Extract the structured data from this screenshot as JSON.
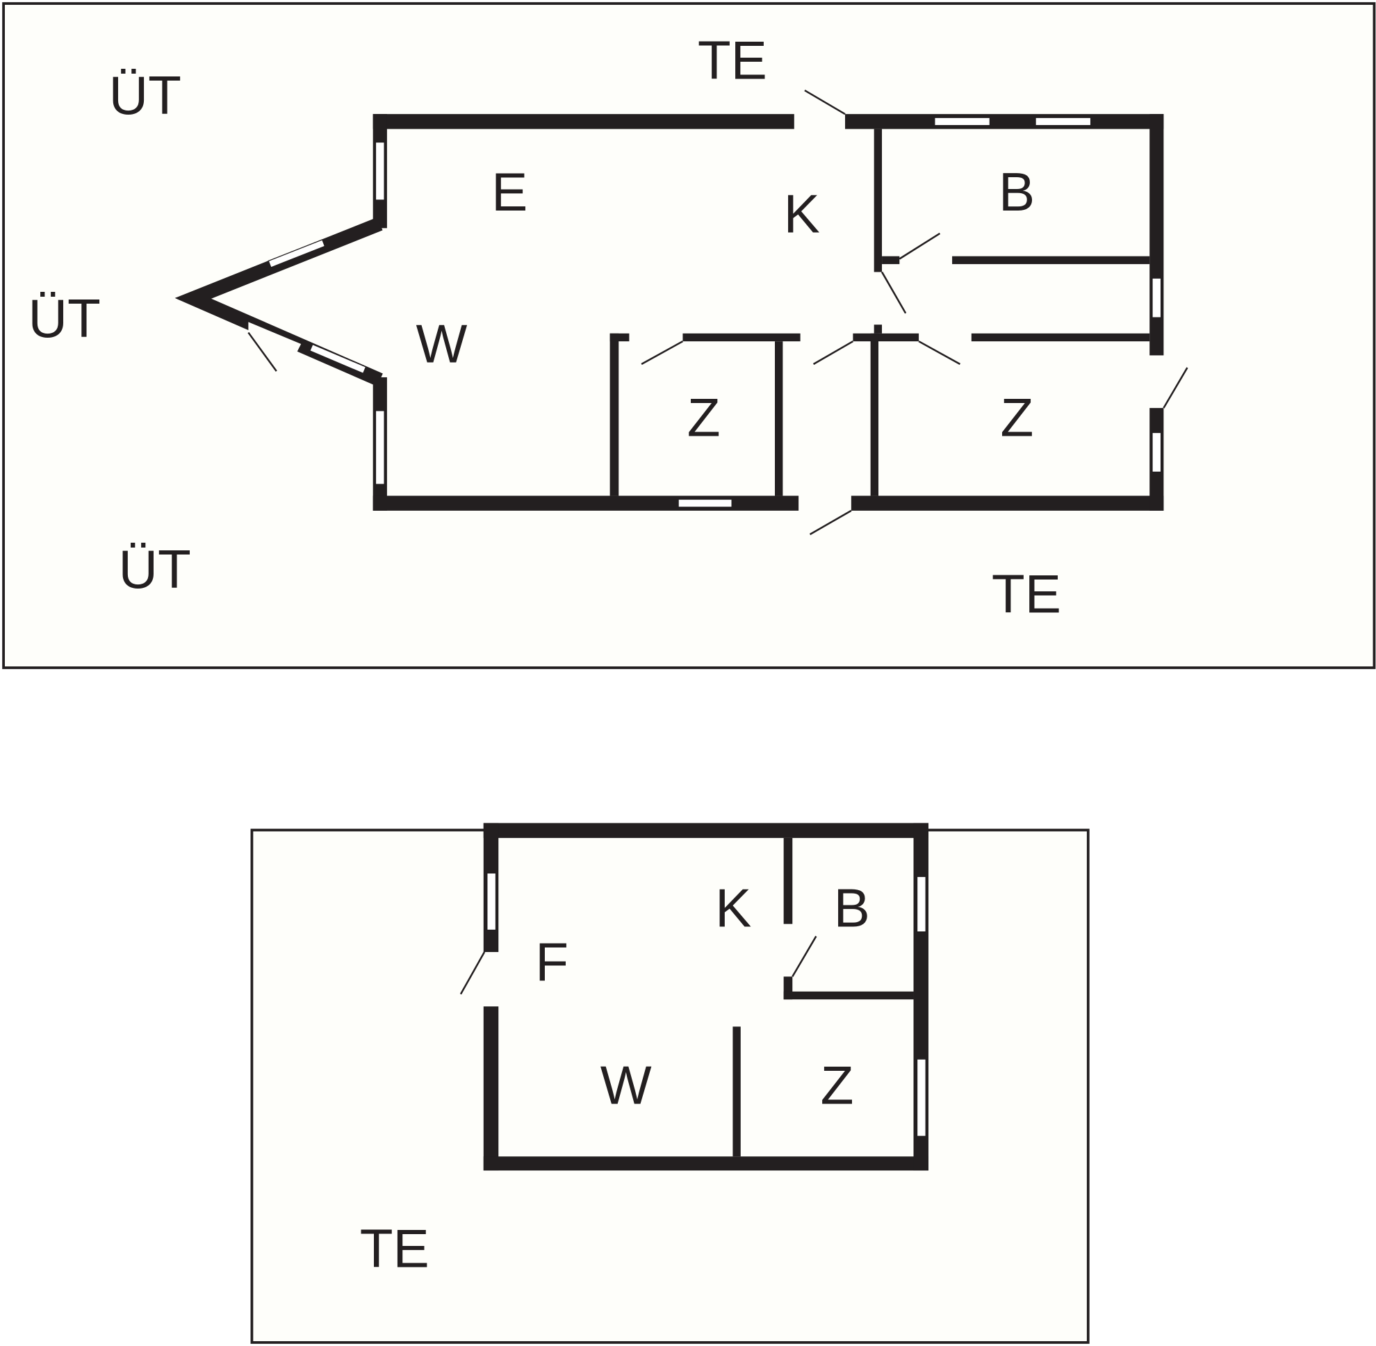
{
  "upper_plan": {
    "outside_labels": [
      "TE",
      "ÜT",
      "ÜT",
      "ÜT",
      "TE"
    ],
    "rooms": [
      "E",
      "K",
      "B",
      "W",
      "Z",
      "Z"
    ]
  },
  "lower_plan": {
    "rooms": [
      "K",
      "B",
      "F",
      "W",
      "Z"
    ],
    "outside_labels": [
      "TE"
    ]
  },
  "colors": {
    "wall": "#231f20",
    "background": "#fefefa"
  }
}
